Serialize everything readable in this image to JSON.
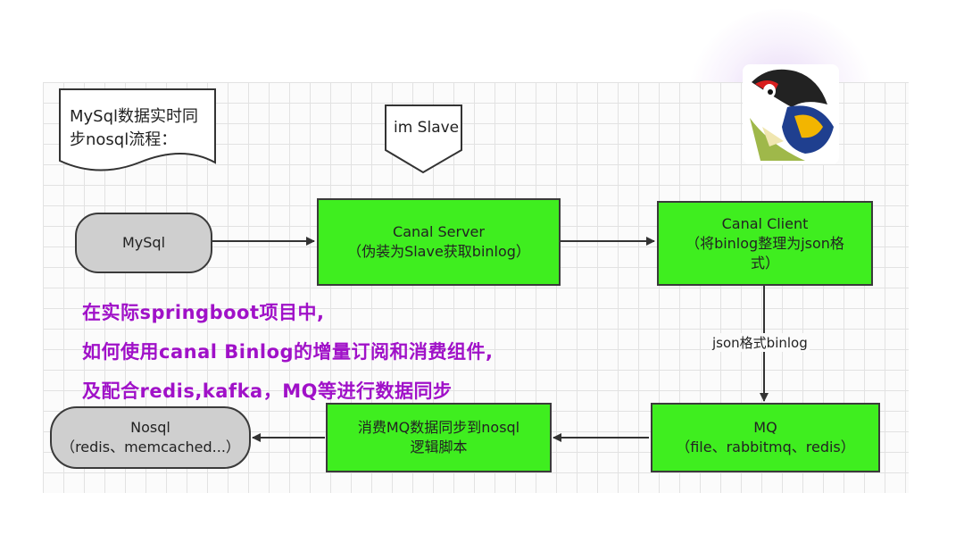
{
  "nodes": {
    "mysql": "MySql",
    "canal_server": {
      "line1": "Canal Server",
      "line2": "（伪装为Slave获取binlog）"
    },
    "canal_client": {
      "line1": "Canal Client",
      "line2": "（将binlog整理为json格",
      "line3": "式）"
    },
    "mq": {
      "line1": "MQ",
      "line2": "（file、rabbitmq、redis）"
    },
    "consumer": {
      "line1": "消费MQ数据同步到nosql",
      "line2": "逻辑脚本"
    },
    "nosql": {
      "line1": "Nosql",
      "line2": "（redis、memcached...）"
    }
  },
  "notes": {
    "doc_line1": "MySql数据实时同",
    "doc_line2": "步nosql流程：",
    "slave": "im Slave"
  },
  "edge_labels": {
    "client_to_mq": "json格式binlog"
  },
  "captions": [
    "在实际springboot项目中,",
    "如何使用canal Binlog的增量订阅和消费组件,",
    "及配合redis,kafka，MQ等进行数据同步"
  ],
  "colors": {
    "process_fill": "#3fee1f",
    "terminal_fill": "#cfcfcf",
    "caption": "#a011c8"
  },
  "logo": "canal-bird-logo"
}
